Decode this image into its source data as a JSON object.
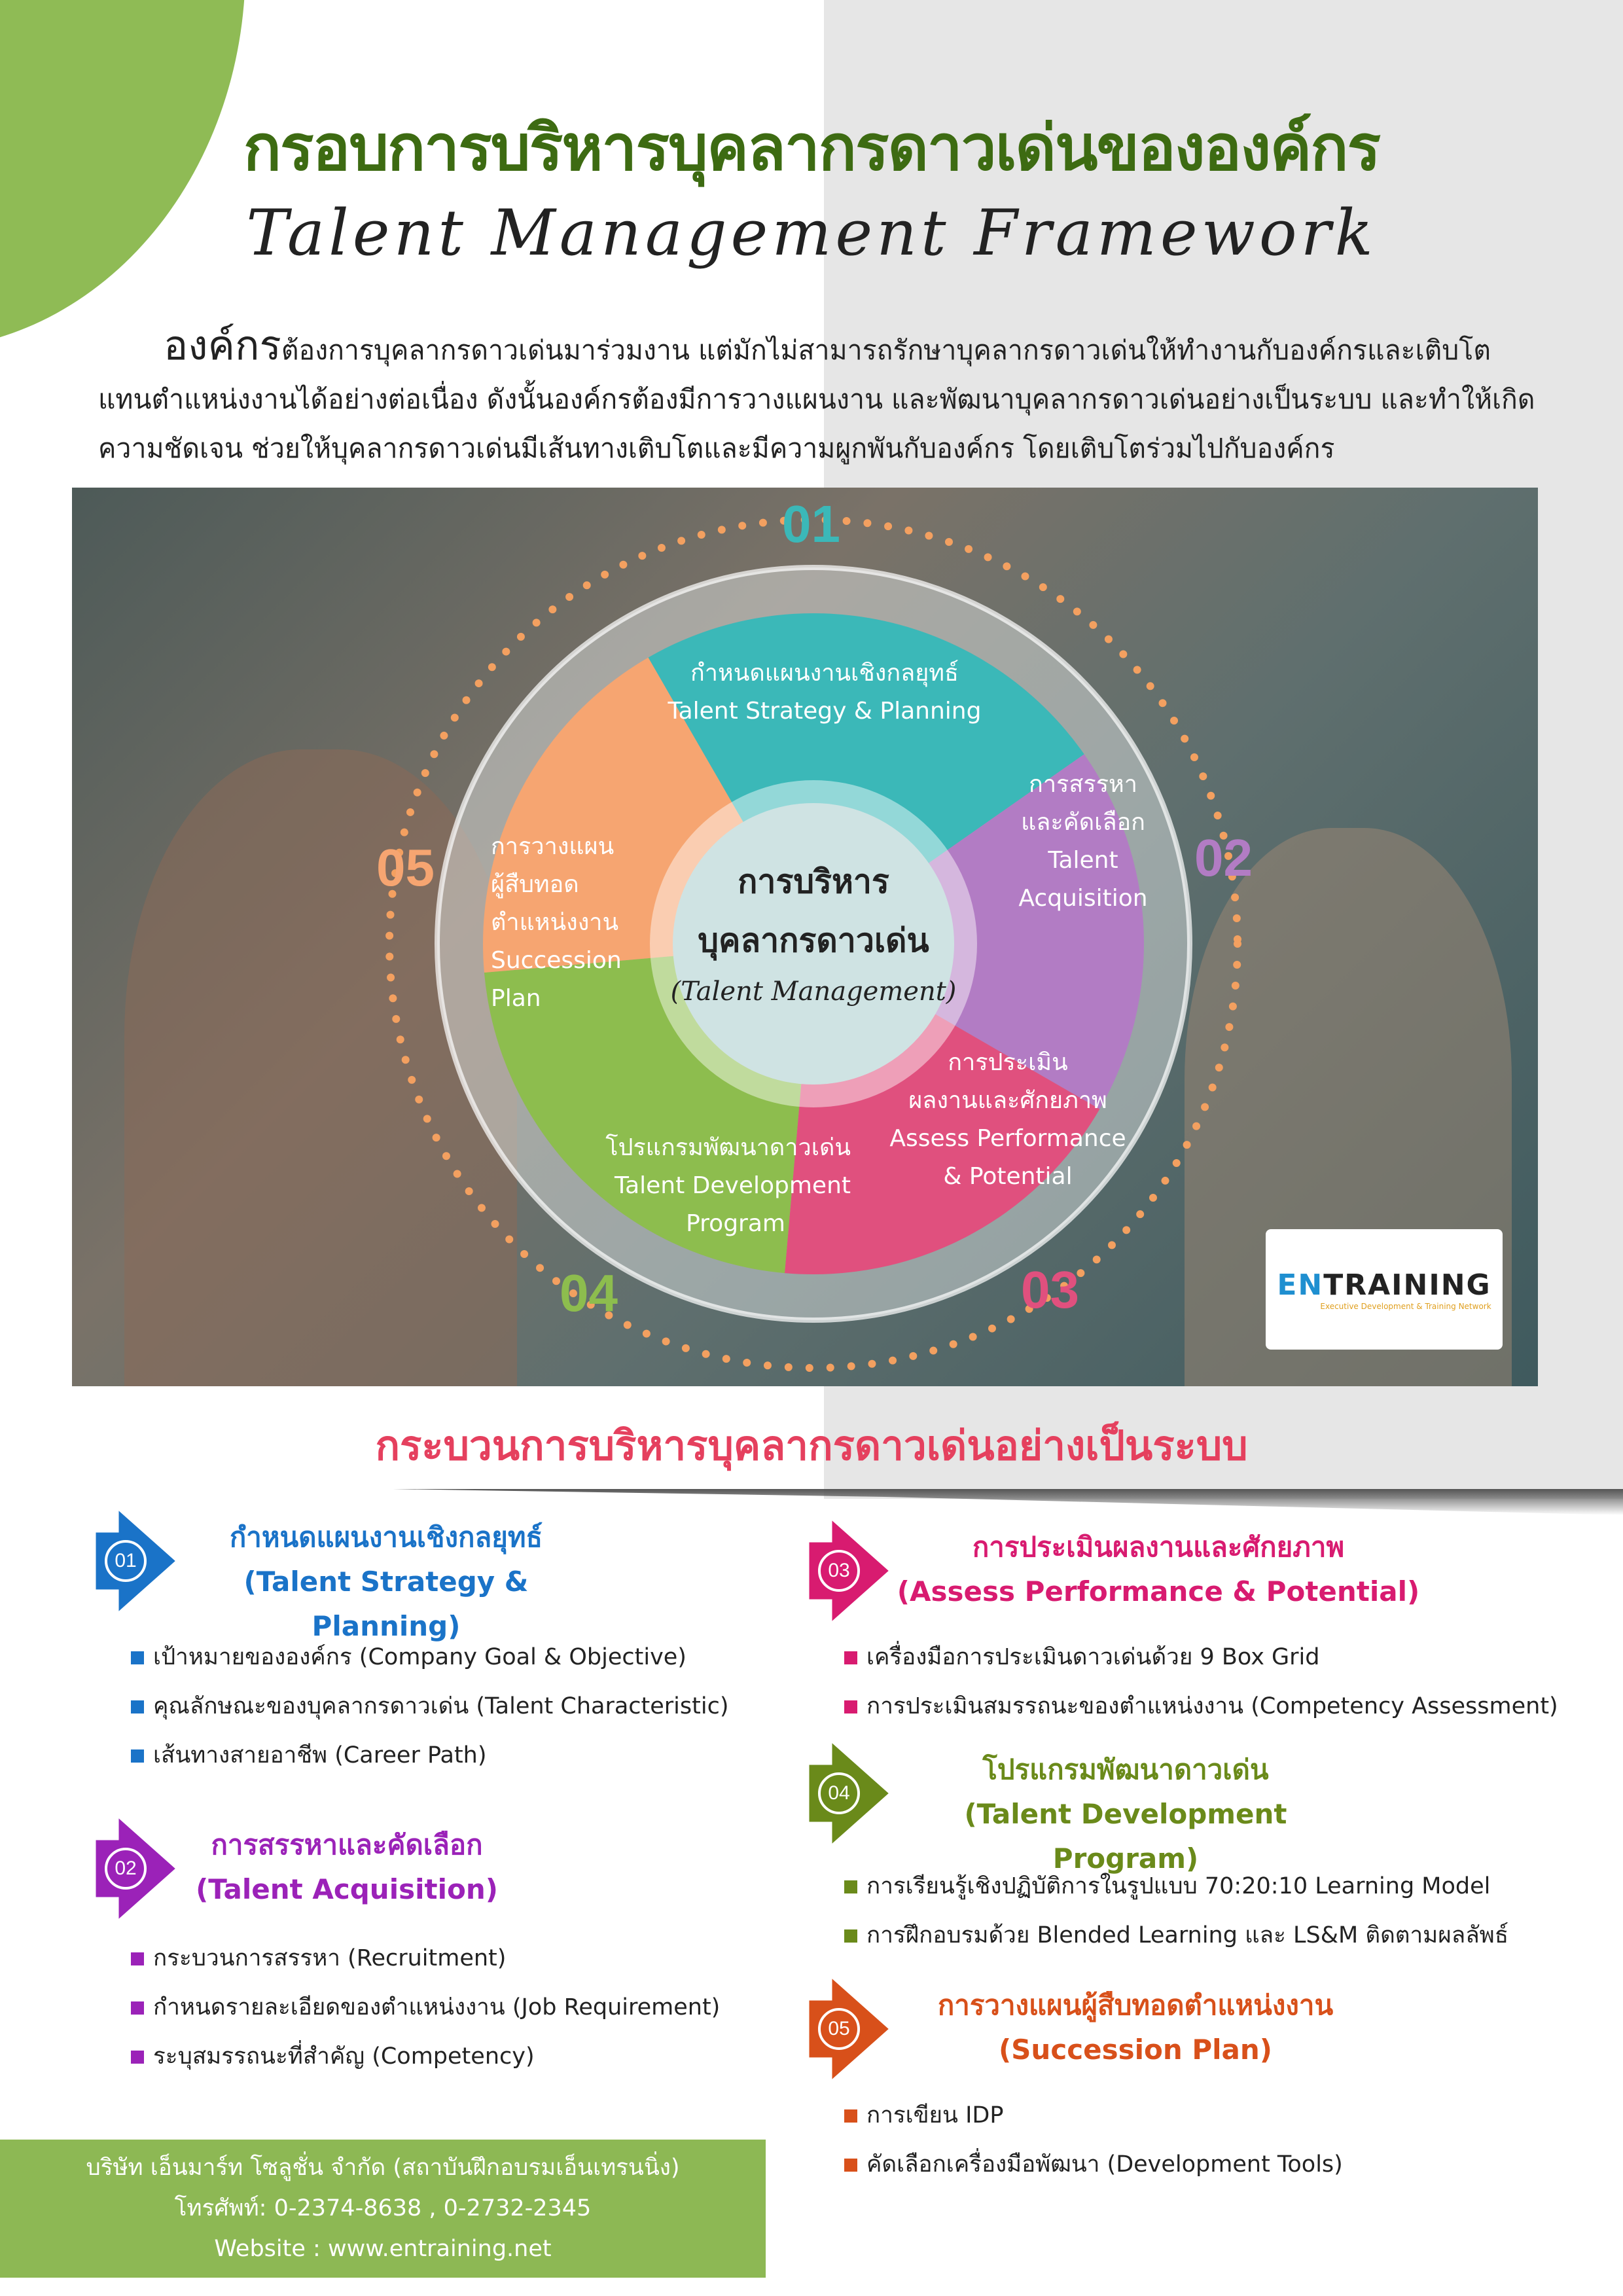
{
  "header": {
    "title": "กรอบการบริหารบุคลากรดาวเด่นขององค์กร",
    "subtitle": "Talent Management Framework"
  },
  "intro": {
    "lead": "องค์กร",
    "text": "ต้องการบุคลากรดาวเด่นมาร่วมงาน แต่มักไม่สามารถรักษาบุคลากรดาวเด่นให้ทำงานกับองค์กรและเติบโตแทนตำแหน่งงานได้อย่างต่อเนื่อง ดังนั้นองค์กรต้องมีการวางแผนงาน และพัฒนาบุคลากรดาวเด่นอย่างเป็นระบบ และทำให้เกิดความชัดเจน ช่วยให้บุคลากรดาวเด่นมีเส้นทางเติบโตและมีความผูกพันกับองค์กร โดยเติบโตร่วมไปกับองค์กร"
  },
  "wheel": {
    "center": {
      "line1": "การบริหาร",
      "line2": "บุคลากรดาวเด่น",
      "line3": "(Talent Management)"
    },
    "segments": [
      {
        "num": "01",
        "th": "กำหนดแผนงานเชิงกลยุทธ์",
        "en": "Talent Strategy & Planning",
        "color": "#3bb8b8"
      },
      {
        "num": "02",
        "th1": "การสรรหา",
        "th2": "และคัดเลือก",
        "en1": "Talent",
        "en2": "Acquisition",
        "color": "#b27cc4"
      },
      {
        "num": "03",
        "th1": "การประเมิน",
        "th2": "ผลงานและศักยภาพ",
        "en1": "Assess Performance",
        "en2": "& Potential",
        "color": "#e0507e"
      },
      {
        "num": "04",
        "th": "โปรแกรมพัฒนาดาวเด่น",
        "en1": "Talent Development",
        "en2": "Program",
        "color": "#8dbd4e"
      },
      {
        "num": "05",
        "th1": "การวางแผน",
        "th2": "ผู้สืบทอด",
        "th3": "ตำแหน่งงาน",
        "en1": "Succession",
        "en2": "Plan",
        "color": "#f6a571"
      }
    ]
  },
  "logo": {
    "brand_a": "EN",
    "brand_b": "TRAINING",
    "tagline": "Executive Development & Training Network"
  },
  "process_title": "กระบวนการบริหารบุคลากรดาวเด่นอย่างเป็นระบบ",
  "sections": [
    {
      "num": "01",
      "th": "กำหนดแผนงานเชิงกลยุทธ์",
      "en": "(Talent Strategy & Planning)",
      "color": "#1a73c8",
      "items": [
        "เป้าหมายขององค์กร (Company Goal & Objective)",
        "คุณลักษณะของบุคลากรดาวเด่น (Talent Characteristic)",
        "เส้นทางสายอาชีพ (Career Path)"
      ]
    },
    {
      "num": "02",
      "th": "การสรรหาและคัดเลือก",
      "en": "(Talent Acquisition)",
      "color": "#9b22b8",
      "items": [
        "กระบวนการสรรหา (Recruitment)",
        "กำหนดรายละเอียดของตำแหน่งงาน (Job Requirement)",
        "ระบุสมรรถนะที่สำคัญ (Competency)"
      ]
    },
    {
      "num": "03",
      "th": "การประเมินผลงานและศักยภาพ",
      "en": "(Assess Performance & Potential)",
      "color": "#d81b70",
      "items": [
        "เครื่องมือการประเมินดาวเด่นด้วย 9 Box Grid",
        "การประเมินสมรรถนะของตำแหน่งงาน (Competency Assessment)"
      ]
    },
    {
      "num": "04",
      "th": "โปรแกรมพัฒนาดาวเด่น",
      "en": "(Talent Development Program)",
      "color": "#6a8a1a",
      "items": [
        "การเรียนรู้เชิงปฏิบัติการในรูปแบบ 70:20:10 Learning Model",
        "การฝึกอบรมด้วย Blended Learning และ LS&M ติดตามผลลัพธ์"
      ]
    },
    {
      "num": "05",
      "th": "การวางแผนผู้สืบทอดตำแหน่งงาน",
      "en": "(Succession Plan)",
      "color": "#d8501a",
      "items": [
        "การเขียน IDP",
        "คัดเลือกเครื่องมือพัฒนา (Development Tools)"
      ]
    }
  ],
  "footer": {
    "company": "บริษัท เอ็นมาร์ท โซลูชั่น จำกัด (สถาบันฝึกอบรมเอ็นเทรนนิ่ง)",
    "phone": "โทรศัพท์: 0-2374-8638 , 0-2732-2345",
    "website": "Website : www.entraining.net"
  }
}
